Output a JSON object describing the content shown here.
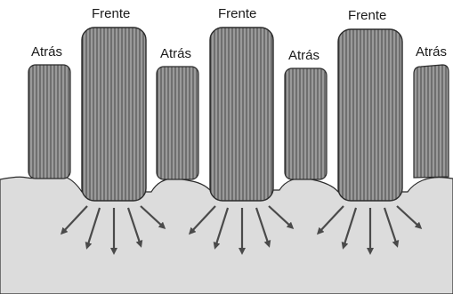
{
  "labels": {
    "front": "Frente",
    "back": "Atrás"
  },
  "colors": {
    "bar_fill": "#9a9a9a",
    "bar_stripe": "#3a3a3a",
    "ground_fill": "#dcdcdc",
    "outline": "#2b2b2b",
    "arrow": "#4a4a4a"
  },
  "units": [
    {
      "kind": "back"
    },
    {
      "kind": "front"
    },
    {
      "kind": "back"
    },
    {
      "kind": "front"
    },
    {
      "kind": "back"
    },
    {
      "kind": "front"
    },
    {
      "kind": "back"
    }
  ]
}
